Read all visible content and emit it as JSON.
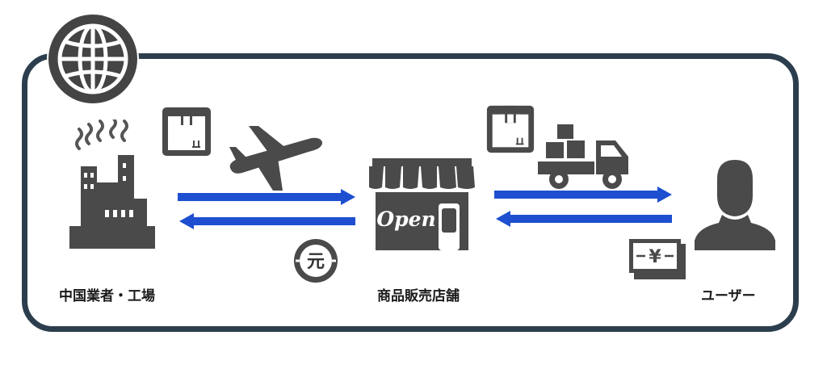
{
  "nodes": {
    "factory": {
      "label": "中国業者・工場"
    },
    "store": {
      "label": "商品販売店舗",
      "sign": "Open"
    },
    "user": {
      "label": "ユーザー"
    }
  },
  "payments": {
    "yuan": "元",
    "yen": "¥"
  },
  "colors": {
    "frame": "#2c3e4d",
    "arrow": "#1e4fd0",
    "icon": "#4a4a4a"
  }
}
